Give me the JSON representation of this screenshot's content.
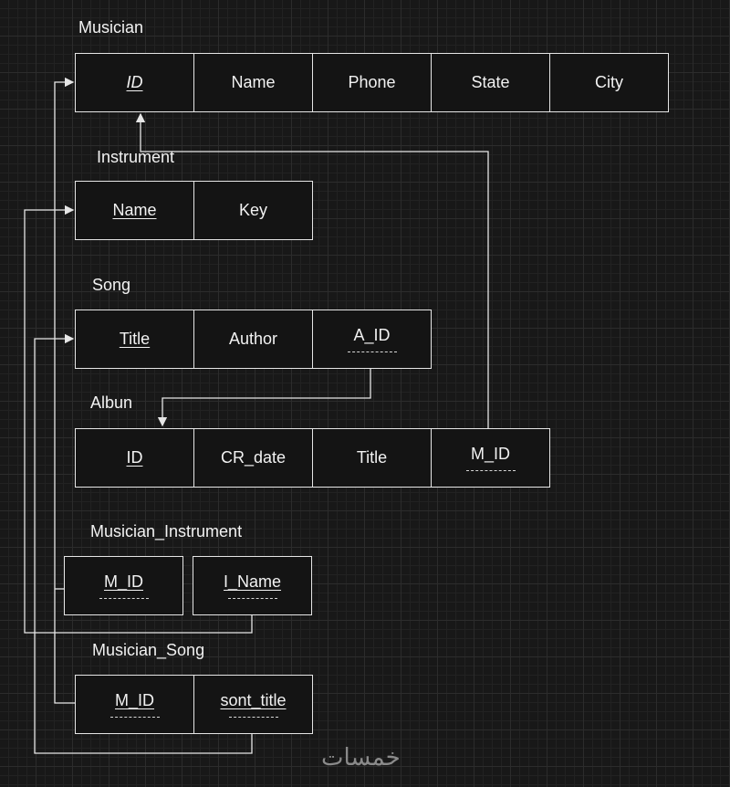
{
  "tables": {
    "musician": {
      "title": "Musician",
      "cols": [
        "ID",
        "Name",
        "Phone",
        "State",
        "City"
      ]
    },
    "instrument": {
      "title": "Instrument",
      "cols": [
        "Name",
        "Key"
      ]
    },
    "song": {
      "title": "Song",
      "cols": [
        "Title",
        "Author",
        "A_ID"
      ]
    },
    "album": {
      "title": "Albun",
      "cols": [
        "ID",
        "CR_date",
        "Title",
        "M_ID"
      ]
    },
    "musician_instrument": {
      "title": "Musician_Instrument",
      "cols": [
        "M_ID",
        "I_Name"
      ]
    },
    "musician_song": {
      "title": "Musician_Song",
      "cols": [
        "M_ID",
        "sont_title"
      ]
    }
  },
  "watermark": "خمسات"
}
